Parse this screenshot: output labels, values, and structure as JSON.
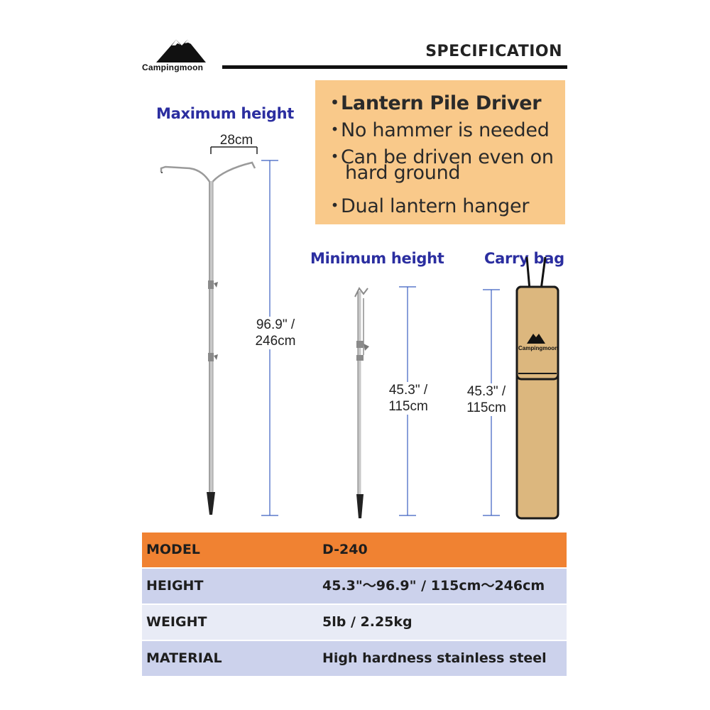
{
  "header": {
    "brand": "Campingmoon",
    "title": "SPECIFICATION"
  },
  "features": [
    {
      "text": "Lantern Pile Driver",
      "bold": true
    },
    {
      "text": "No hammer is needed",
      "bold": false
    },
    {
      "text": "Can be driven even on",
      "bold": false
    },
    {
      "text": "hard ground",
      "bold": false
    },
    {
      "text": "Dual lantern hanger",
      "bold": false
    }
  ],
  "bullet": "・",
  "sections": {
    "max_label": "Maximum height",
    "min_label": "Minimum height",
    "bag_label": "Carry bag"
  },
  "dimensions": {
    "span": "28cm",
    "max_in": "96.9\" /",
    "max_cm": "246cm",
    "min_in": "45.3\" /",
    "min_cm": "115cm",
    "bag_in": "45.3\" /",
    "bag_cm": "115cm"
  },
  "bag_brand": "Campingmoon",
  "colors": {
    "accent_orange": "#f08232",
    "row_blue": "#ccd2ec",
    "row_light": "#e8ebf6",
    "feature_bg": "#f9c98a",
    "label_blue": "#2b2ea0",
    "bag": "#dcb77e"
  },
  "specs": [
    {
      "key": "MODEL",
      "value": "D-240"
    },
    {
      "key": "HEIGHT",
      "value": "45.3\"～96.9\" / 115cm～246cm"
    },
    {
      "key": "WEIGHT",
      "value": "5lb / 2.25kg"
    },
    {
      "key": "MATERIAL",
      "value": "High hardness stainless steel"
    }
  ]
}
